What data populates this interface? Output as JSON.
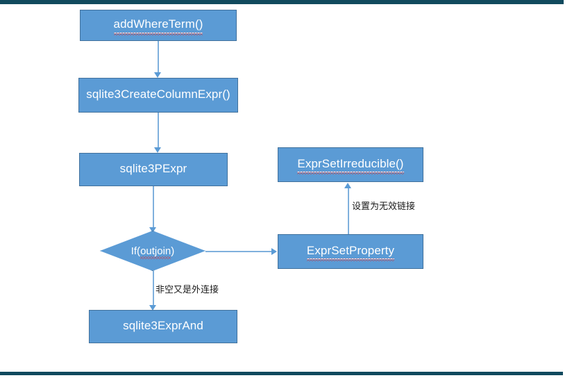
{
  "page": {
    "title": "addWhereTerm flow",
    "background_color": "#ffffff",
    "rule_color": "#114a5e",
    "node_fill": "#5b9bd5",
    "node_border": "#41719c",
    "connector_color": "#5b9bd5",
    "spellcheck_color": "#e03131"
  },
  "nodes": [
    {
      "id": "add-where-term",
      "label": "addWhereTerm()"
    },
    {
      "id": "sqlite3-create-column-expr",
      "label": "sqlite3CreateColumnExpr()"
    },
    {
      "id": "sqlite3-pexpr",
      "label": "sqlite3PExpr"
    },
    {
      "id": "if-outjoin",
      "label": "If(outjoin)",
      "label_prefix": "If(",
      "label_misspelled": "outjoin",
      "label_suffix": ")"
    },
    {
      "id": "sqlite3-expr-and",
      "label": "sqlite3ExprAnd"
    },
    {
      "id": "expr-set-irreducible",
      "label": "ExprSetIrreducible()"
    },
    {
      "id": "expr-set-property",
      "label": "ExprSetProperty"
    }
  ],
  "edge_labels": {
    "outjoin_true": "非空又是外连接",
    "set_invalid_link": "设置为无效链接"
  }
}
